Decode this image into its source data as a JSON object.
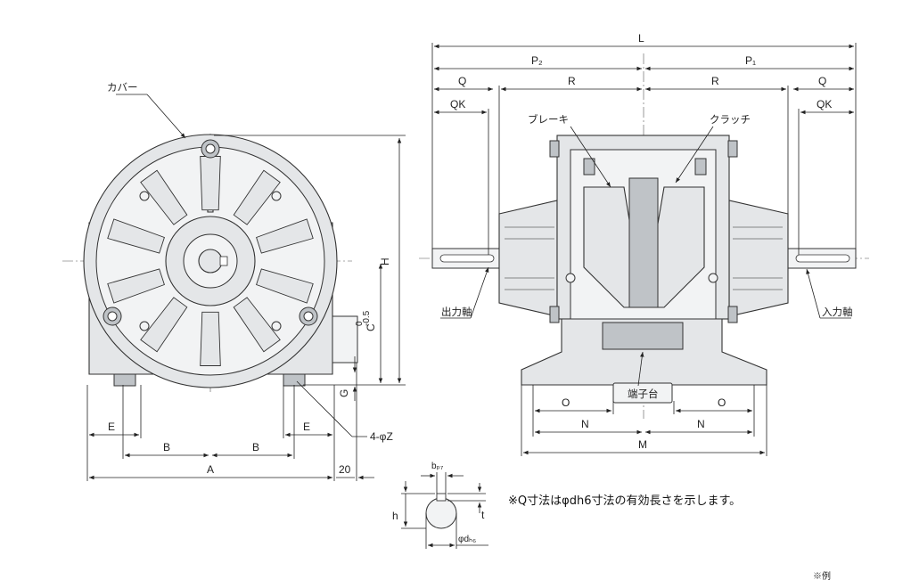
{
  "dimensions": {
    "L": "L",
    "P2": "P₂",
    "P1": "P₁",
    "Q": "Q",
    "R": "R",
    "QK": "QK",
    "H": "H",
    "C": "C",
    "C_tol_upper": "0",
    "C_tol_lower": "-0.5",
    "G": "G",
    "E": "E",
    "B": "B",
    "A": "A",
    "gap20": "20",
    "Z": "4-φZ",
    "O": "O",
    "N": "N",
    "M": "M",
    "bp7": "bₚ₇",
    "h": "h",
    "t": "t",
    "dh6": "φdₕ₆"
  },
  "labels": {
    "cover": "カバー",
    "brake": "ブレーキ",
    "clutch": "クラッチ",
    "output_shaft": "出力軸",
    "input_shaft": "入力軸",
    "terminal_block": "端子台"
  },
  "note": "※Q寸法はφdh6寸法の有効長さを示します。",
  "corner_mark": "※例"
}
